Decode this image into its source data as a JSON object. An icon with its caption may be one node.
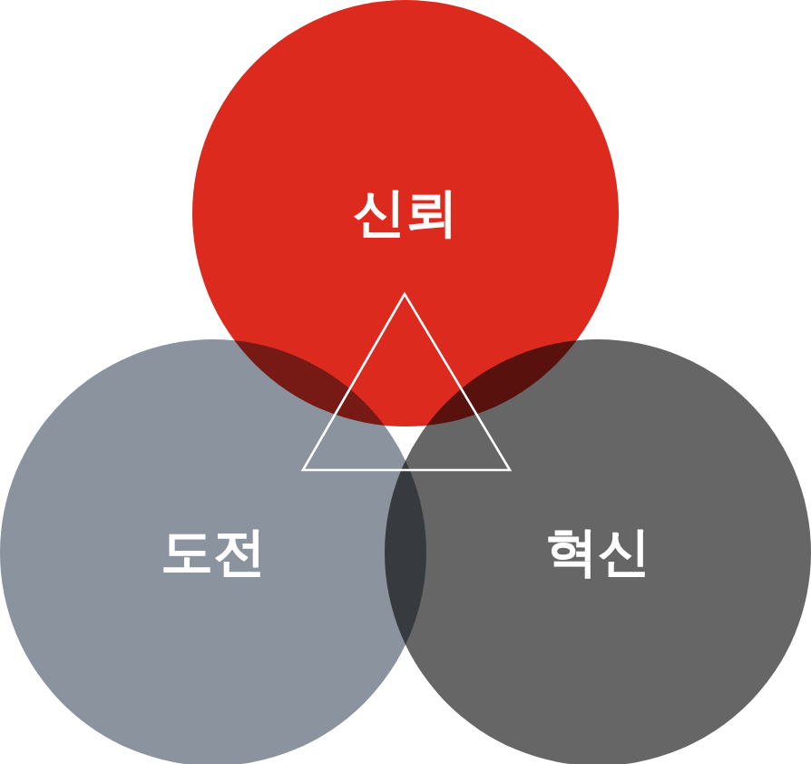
{
  "diagram": {
    "nodes": [
      {
        "text": [
          "신뢰"
        ]
      },
      {
        "text": [
          "도전"
        ]
      },
      {
        "text": [
          "혁신"
        ]
      },
      {
        "text": [],
        "shape": "triangle"
      }
    ]
  }
}
